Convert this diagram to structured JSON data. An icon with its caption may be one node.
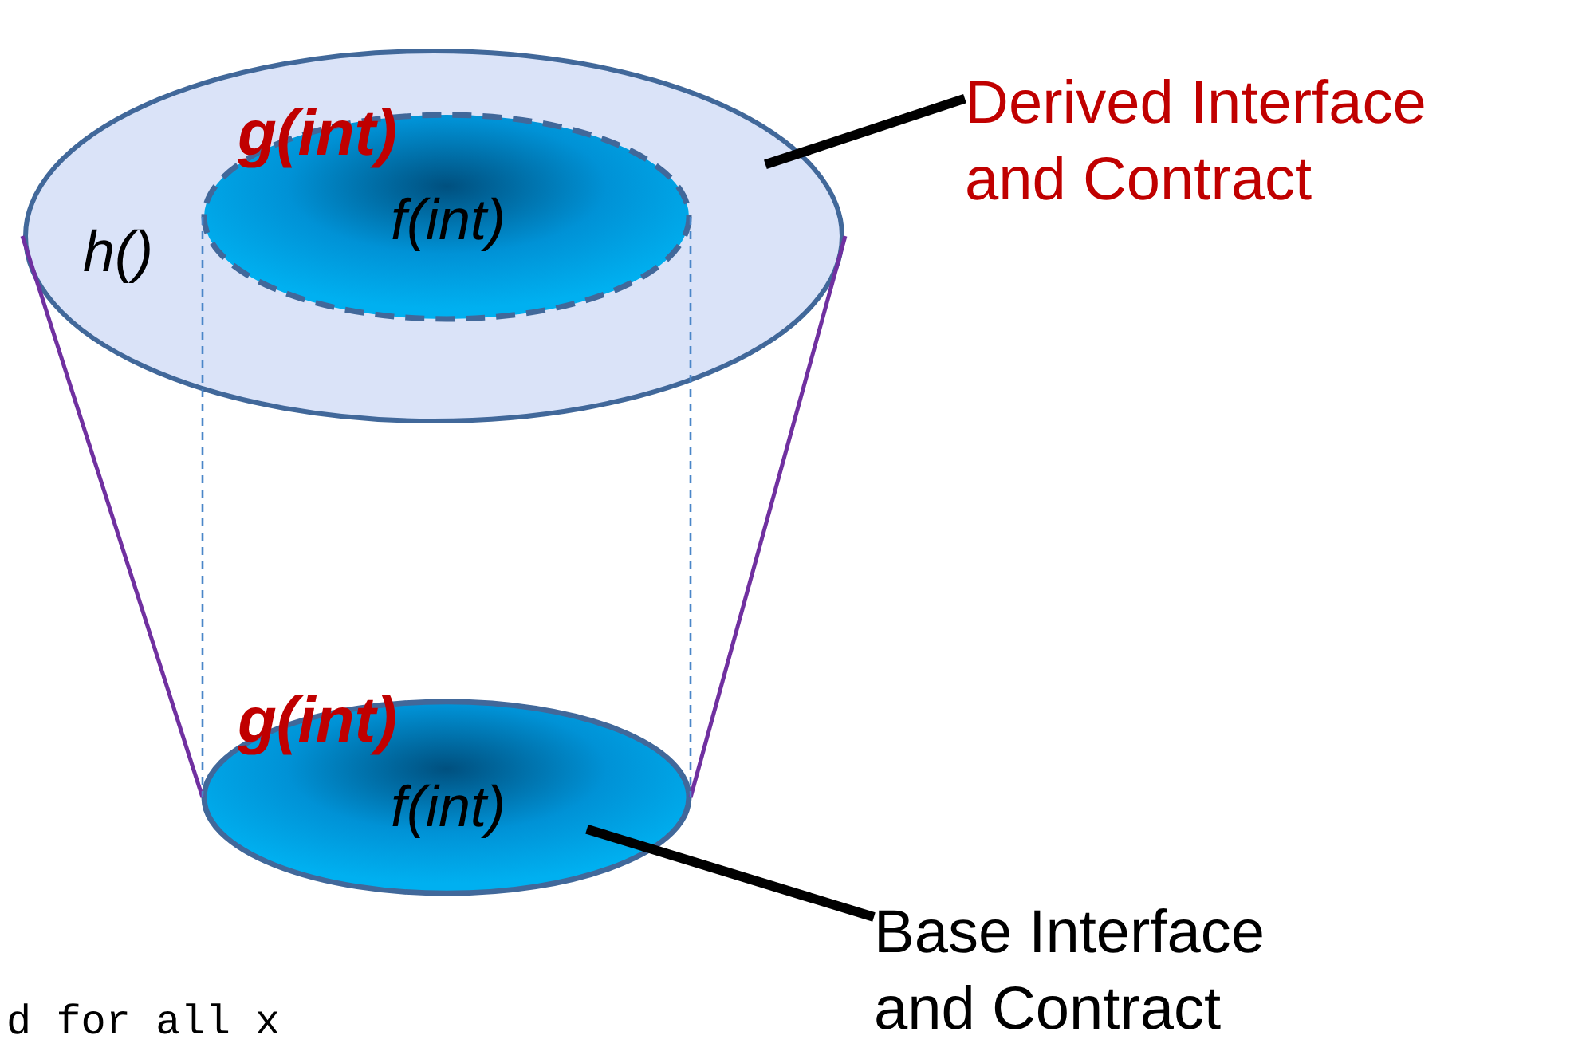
{
  "diagram": {
    "nodes": [
      {
        "text": [
          "h()"
        ]
      },
      {
        "text": [
          "g(int)",
          "f(int)"
        ],
        "in": 0
      },
      {
        "text": [
          "g(int)",
          "f(int)"
        ]
      },
      {
        "text": [
          "Derived Interface and Contract"
        ]
      },
      {
        "text": [
          "Base Interface and Contract"
        ]
      }
    ],
    "edges": [
      {
        "from": 3,
        "to": 0,
        "arrow": "none",
        "style": "thick"
      },
      {
        "from": 4,
        "to": 2,
        "arrow": "none",
        "style": "thick"
      },
      {
        "from": 0,
        "to": 2,
        "arrow": "none",
        "color": "#7030a0"
      },
      {
        "from": 0,
        "to": 2,
        "arrow": "none",
        "color": "#7030a0"
      },
      {
        "from": 1,
        "to": 2,
        "arrow": "none",
        "style": "dashed",
        "color": "#4a86c8"
      },
      {
        "from": 1,
        "to": 2,
        "arrow": "none",
        "style": "dashed",
        "color": "#4a86c8"
      }
    ],
    "labels": [
      "d for all x"
    ]
  }
}
